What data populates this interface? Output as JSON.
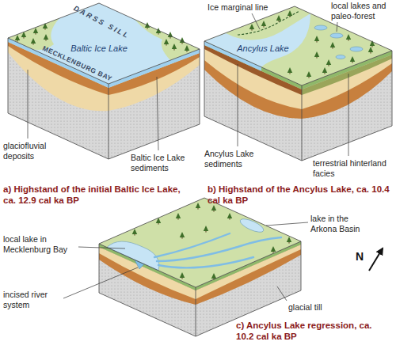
{
  "diagram": {
    "labels": [
      "DARSS SILL",
      "Baltic Ice Lake",
      "MECKLENBURG BAY",
      "glaciofluvial deposits",
      "Baltic Ice Lake sediments",
      "a) Highstand of the initial Baltic Ice Lake, ca. 12.9 cal ka BP",
      "Ice marginal line",
      "local lakes and paleo-forest",
      "Ancylus Lake",
      "Ancylus Lake sediments",
      "terrestrial hinterland facies",
      "b) Highstand of the Ancylus Lake, ca. 10.4 cal ka BP",
      "lake in the Arkona Basin",
      "local lake in Mecklenburg Bay",
      "incised river system",
      "glacial till",
      "c) Ancylus Lake regression, ca. 10.2 cal ka BP",
      "N"
    ]
  }
}
